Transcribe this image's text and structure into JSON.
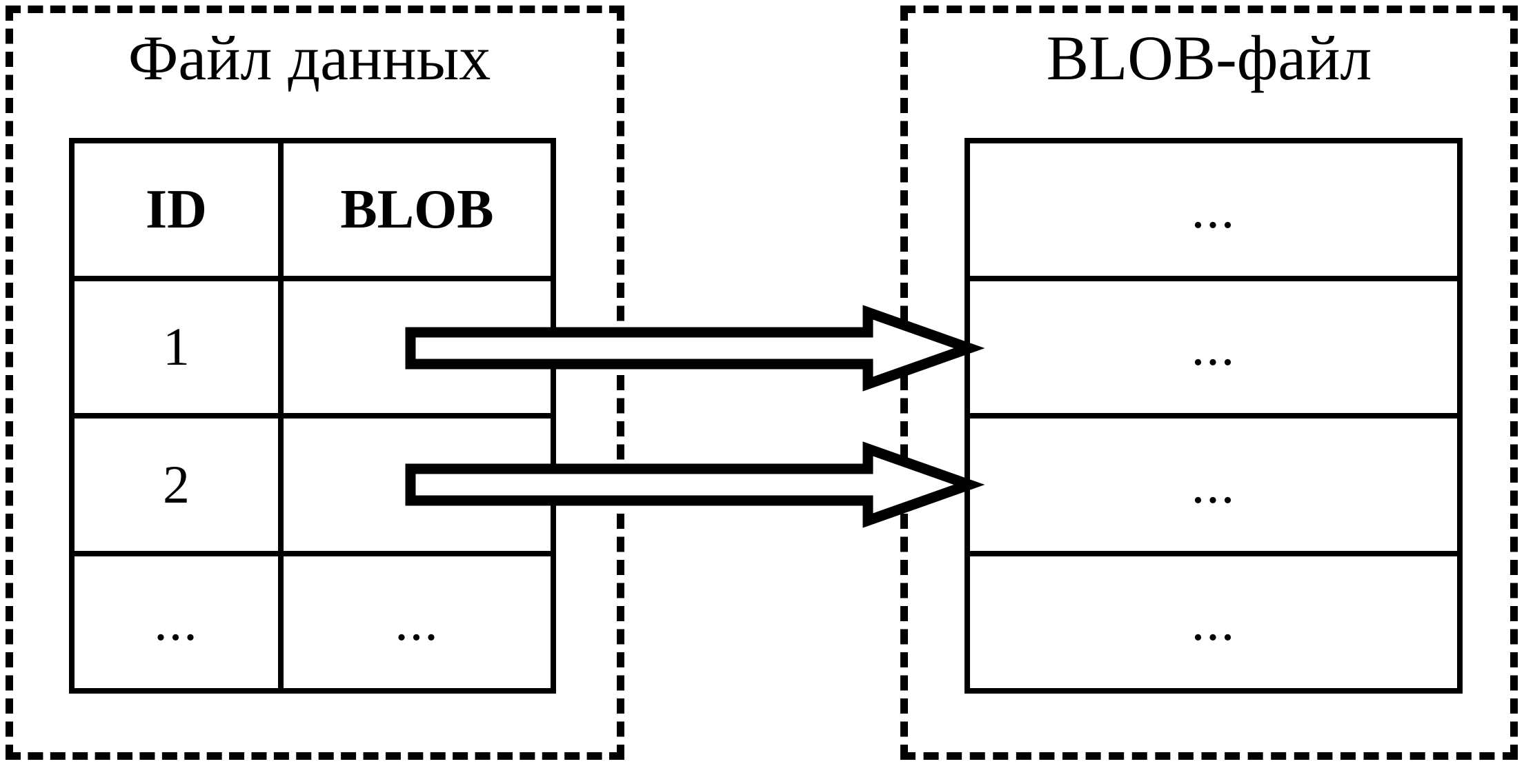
{
  "diagram": {
    "type": "block-diagram",
    "background_color": "#ffffff",
    "line_color": "#000000",
    "panels": [
      {
        "id": "data-file",
        "caption": "Файл данных",
        "border_style": "dashed",
        "table": {
          "columns": [
            "ID",
            "BLOB"
          ],
          "rows": [
            [
              "1",
              ""
            ],
            [
              "2",
              ""
            ],
            [
              "...",
              "..."
            ]
          ]
        }
      },
      {
        "id": "blob-file",
        "caption": "BLOB-файл",
        "border_style": "dashed",
        "table": {
          "columns": [],
          "rows": [
            [
              "..."
            ],
            [
              "..."
            ],
            [
              "..."
            ],
            [
              "..."
            ]
          ]
        }
      }
    ],
    "arrows": [
      {
        "id": "arrow-row-1",
        "from": "data-file.row-1.BLOB",
        "to": "blob-file.row-2",
        "style": "hollow-block-arrow",
        "direction": "right"
      },
      {
        "id": "arrow-row-2",
        "from": "data-file.row-2.BLOB",
        "to": "blob-file.row-3",
        "style": "hollow-block-arrow",
        "direction": "right"
      }
    ]
  },
  "left_panel": {
    "caption": "Файл данных",
    "header": {
      "id": "ID",
      "blob": "BLOB"
    },
    "rows": [
      {
        "id": "1",
        "blob": ""
      },
      {
        "id": "2",
        "blob": ""
      },
      {
        "id": "...",
        "blob": "..."
      }
    ]
  },
  "right_panel": {
    "caption": "BLOB-файл",
    "rows": [
      {
        "value": "..."
      },
      {
        "value": "..."
      },
      {
        "value": "..."
      },
      {
        "value": "..."
      }
    ]
  }
}
